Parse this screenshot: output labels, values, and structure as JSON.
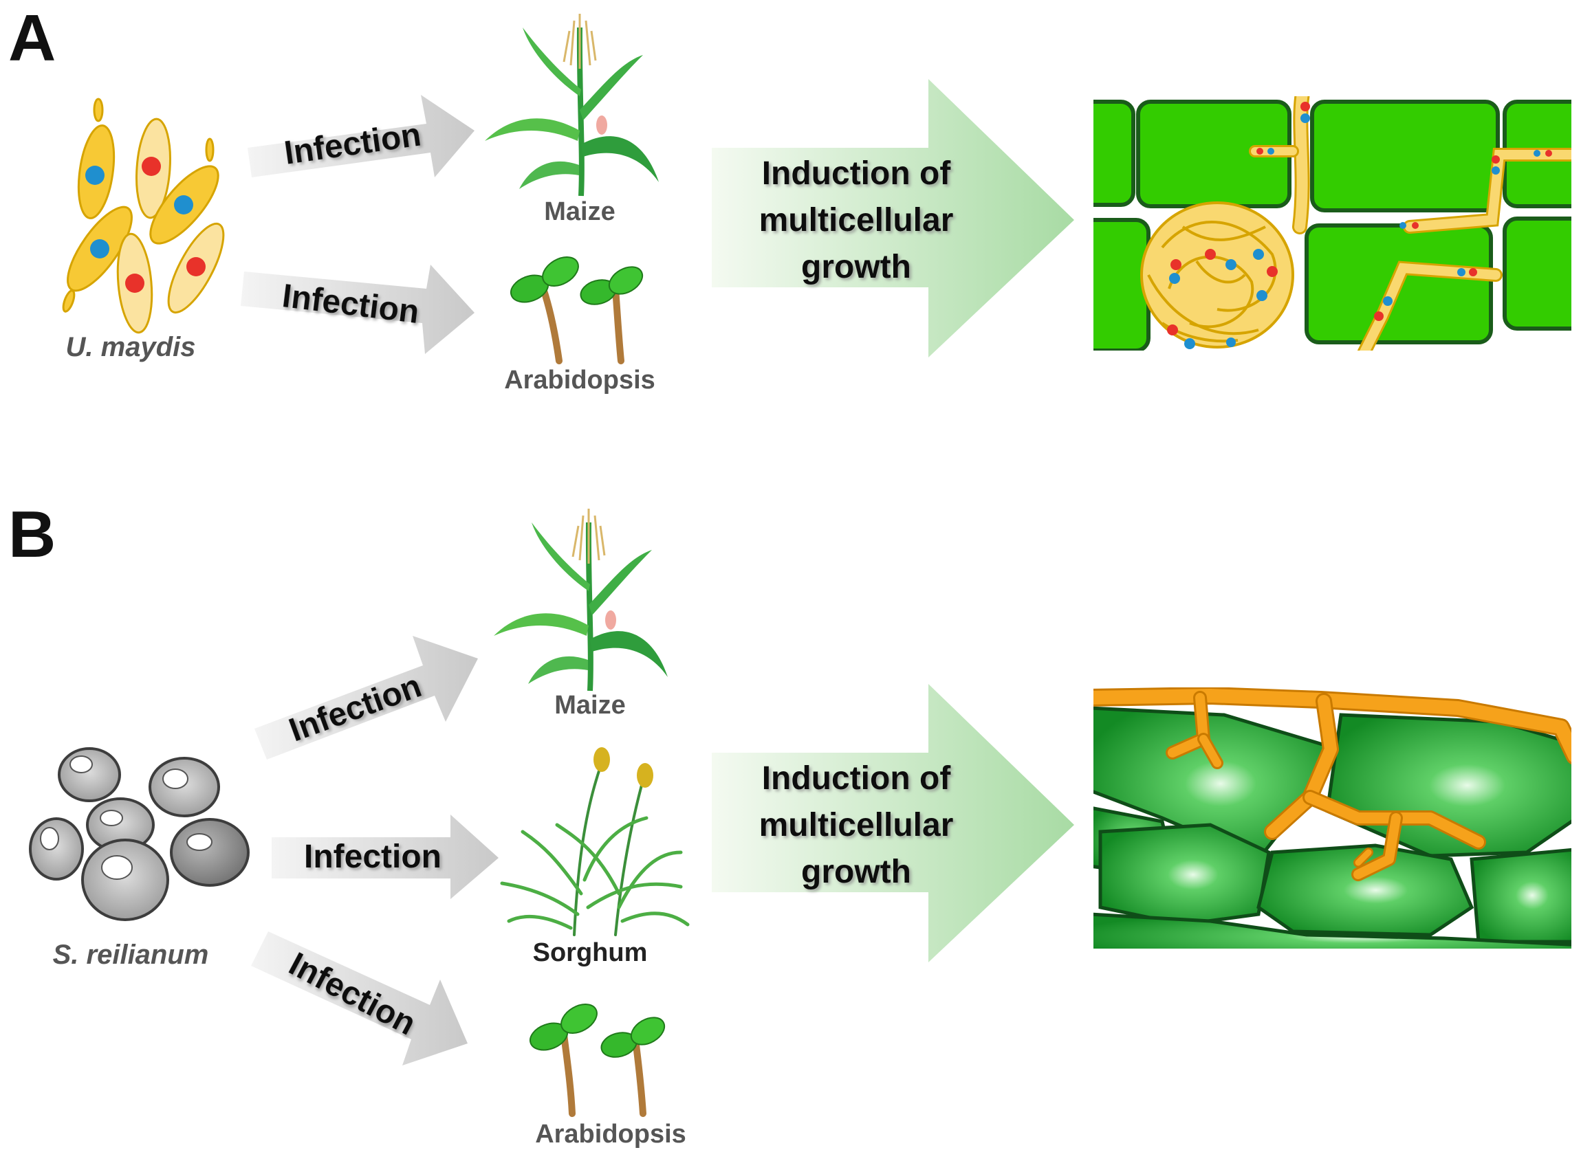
{
  "panel_a": {
    "letter": "A",
    "organism": "U. maydis",
    "arrow_labels": [
      "Infection",
      "Infection"
    ],
    "hosts": [
      "Maize",
      "Arabidopsis"
    ],
    "outcome_lines": [
      "Induction of",
      "multicellular",
      "growth"
    ]
  },
  "panel_b": {
    "letter": "B",
    "organism": "S. reilianum",
    "arrow_labels": [
      "Infection",
      "Infection",
      "Infection"
    ],
    "hosts": [
      "Maize",
      "Sorghum",
      "Arabidopsis"
    ],
    "outcome_lines": [
      "Induction of",
      "multicellular",
      "growth"
    ]
  },
  "colors": {
    "cell_green": "#33cc00",
    "cell_outline": "#1a5c1a",
    "hypha_yellow": "#f9d870",
    "nucleus_red": "#e8322a",
    "nucleus_blue": "#1f8fcf",
    "hypha_orange": "#f6a21b",
    "dark_green_cell": "#1f8f2a"
  }
}
